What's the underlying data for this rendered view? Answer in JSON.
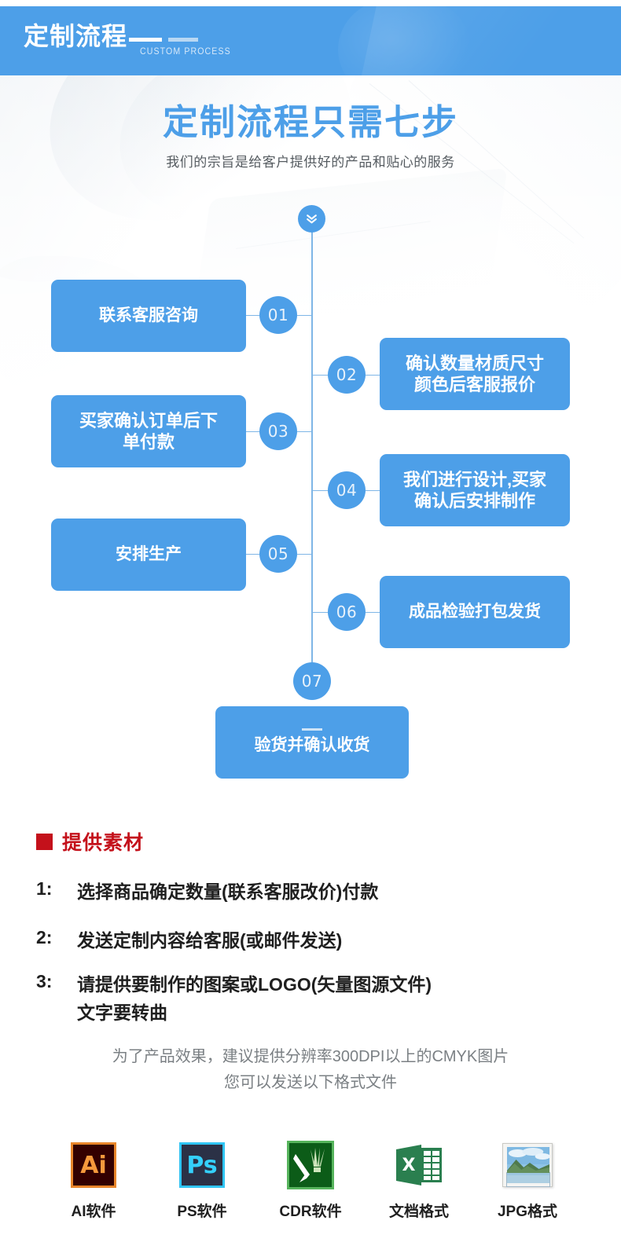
{
  "banner": {
    "title": "定制流程",
    "subtitle": "CUSTOM PROCESS",
    "bg_color": "#4d9fe8"
  },
  "hero": {
    "title": "定制流程只需七步",
    "subtitle": "我们的宗旨是给客户提供好的产品和贴心的服务",
    "title_color": "#4d9fe8"
  },
  "flow": {
    "top_icon": "double-chevron-down-icon",
    "accent_color": "#4d9fe8",
    "line_color": "#7fb6e6",
    "steps": [
      {
        "number": "01",
        "label": "联系客服咨询",
        "side": "left"
      },
      {
        "number": "02",
        "label": "确认数量材质尺寸颜色后客服报价",
        "side": "right"
      },
      {
        "number": "03",
        "label": "买家确认订单后下单付款",
        "side": "left"
      },
      {
        "number": "04",
        "label": "我们进行设计,买家确认后安排制作",
        "side": "right"
      },
      {
        "number": "05",
        "label": "安排生产",
        "side": "left"
      },
      {
        "number": "06",
        "label": "成品检验打包发货",
        "side": "right"
      },
      {
        "number": "07",
        "label": "验货并确认收货",
        "side": "bottom"
      }
    ],
    "step_lines": {
      "s01": [
        "联系客服咨询"
      ],
      "s02": [
        "确认数量材质尺寸",
        "颜色后客服报价"
      ],
      "s03": [
        "买家确认订单后下",
        "单付款"
      ],
      "s04": [
        "我们进行设计,买家",
        "确认后安排制作"
      ],
      "s05": [
        "安排生产"
      ],
      "s06": [
        "成品检验打包发货"
      ],
      "s07": [
        "验货并确认收货"
      ]
    }
  },
  "materials": {
    "heading": "提供素材",
    "heading_color": "#c4111b",
    "items": [
      {
        "num": "1:",
        "text": "选择商品确定数量(联系客服改价)付款"
      },
      {
        "num": "2:",
        "text": "发送定制内容给客服(或邮件发送)"
      },
      {
        "num": "3:",
        "text": "请提供要制作的图案或LOGO(矢量图源文件)",
        "text2": "文字要转曲"
      }
    ],
    "note_line1": "为了产品效果，建议提供分辨率300DPI以上的CMYK图片",
    "note_line2": "您可以发送以下格式文件"
  },
  "formats": [
    {
      "icon": "adobe-illustrator-icon",
      "glyph": "Ai",
      "label": "AI软件"
    },
    {
      "icon": "adobe-photoshop-icon",
      "glyph": "Ps",
      "label": "PS软件"
    },
    {
      "icon": "coreldraw-icon",
      "glyph": "",
      "label": "CDR软件"
    },
    {
      "icon": "excel-document-icon",
      "glyph": "X",
      "label": "文档格式"
    },
    {
      "icon": "jpg-image-icon",
      "glyph": "",
      "label": "JPG格式"
    }
  ]
}
